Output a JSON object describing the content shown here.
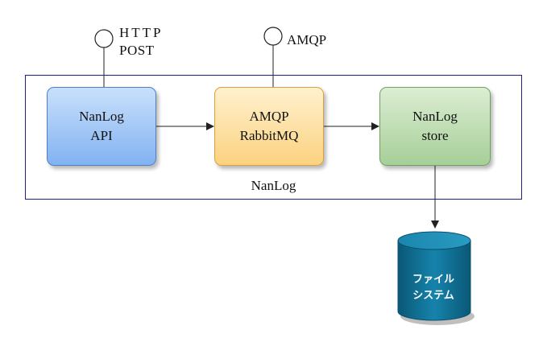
{
  "diagram": {
    "boundary_label": "NanLog",
    "nodes": {
      "api": {
        "line1": "NanLog",
        "line2": "API"
      },
      "mq": {
        "line1": "AMQP",
        "line2": "RabbitMQ"
      },
      "store": {
        "line1": "NanLog",
        "line2": "store"
      }
    },
    "interfaces": {
      "http": {
        "line1": "HTTP",
        "line2": "POST"
      },
      "amqp": {
        "line1": "AMQP"
      }
    },
    "database": {
      "line1": "ファイル",
      "line2": "システム"
    }
  },
  "colors": {
    "boundary": "#1f1f8a",
    "api": "#82b2f2",
    "mq": "#fbd27f",
    "store": "#a6cf98",
    "database": "#0e6a8e"
  }
}
